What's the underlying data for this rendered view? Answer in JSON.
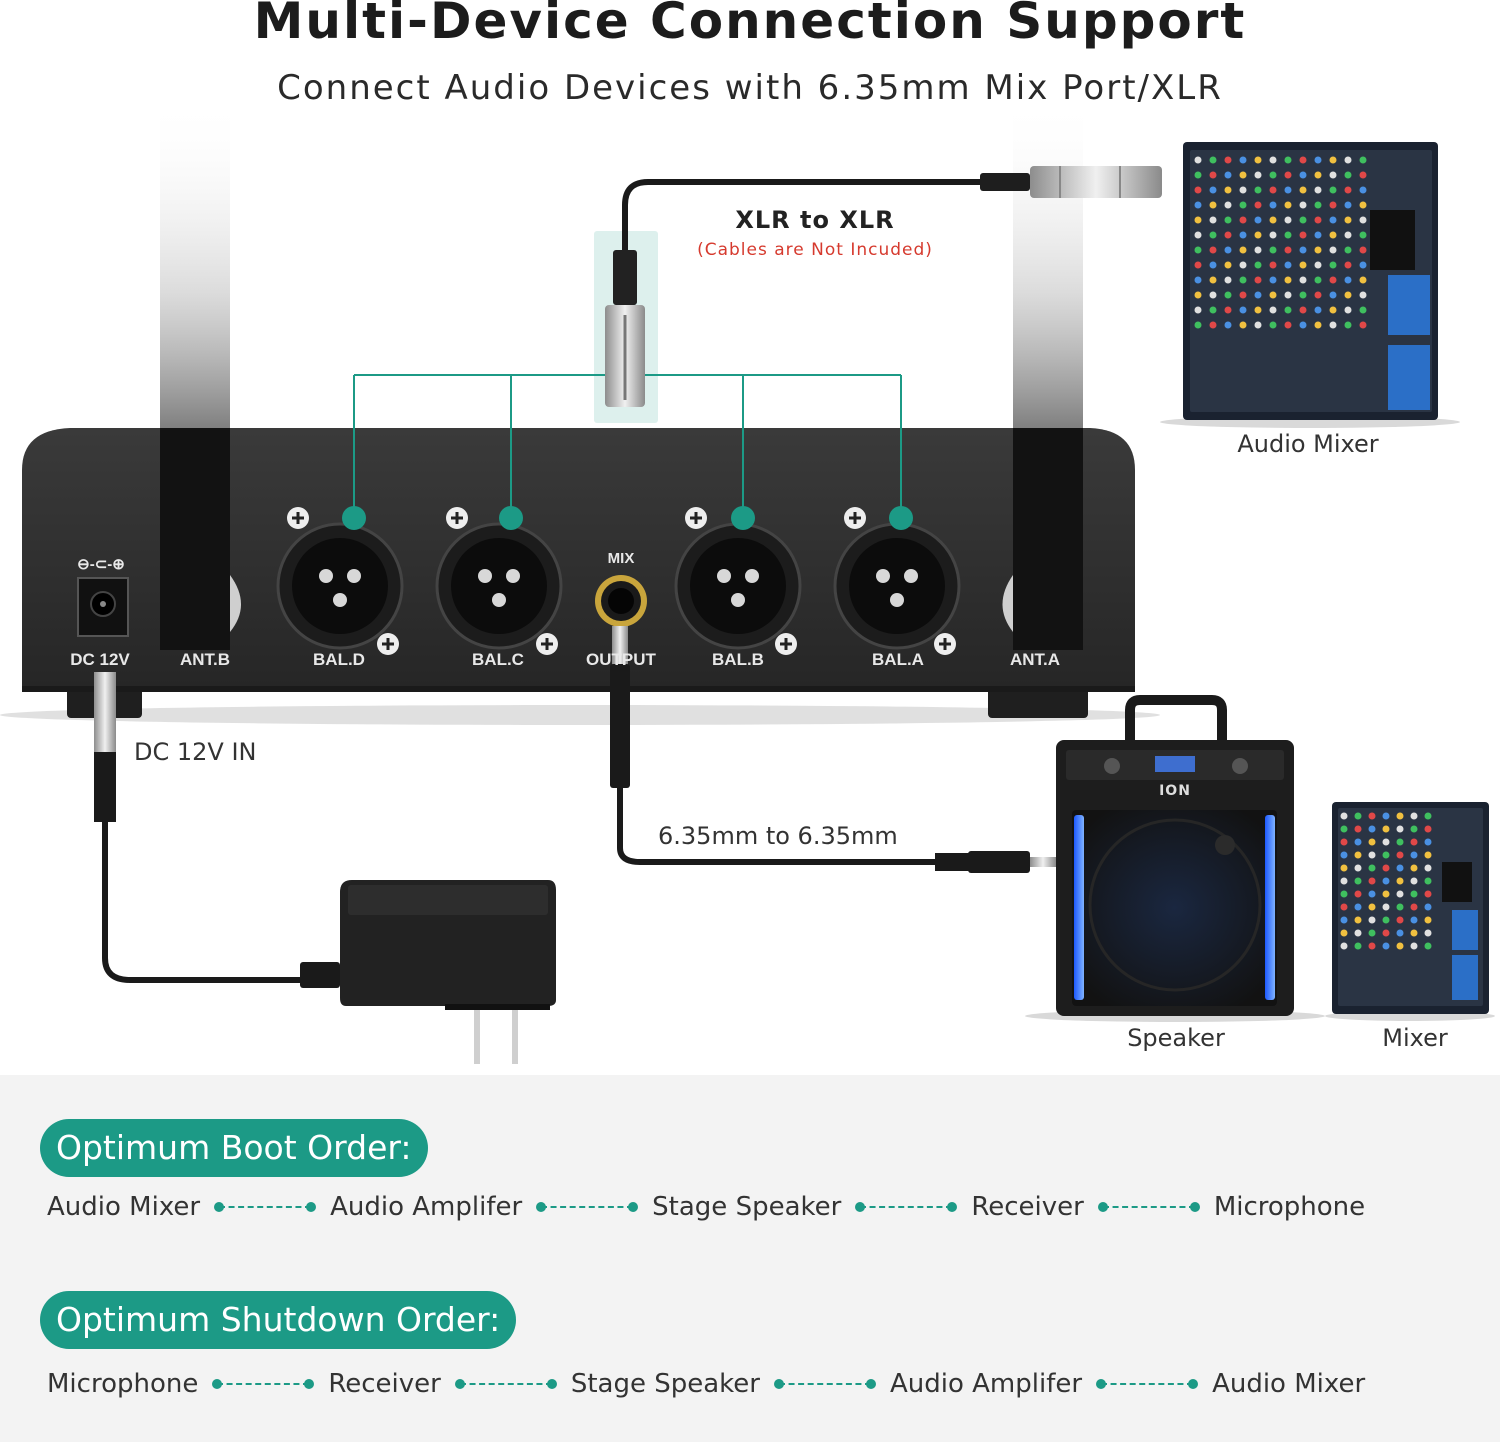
{
  "header": {
    "title": "Multi-Device Connection Support",
    "subtitle": "Connect Audio Devices with 6.35mm Mix Port/XLR"
  },
  "xlr": {
    "title": "XLR to XLR",
    "note": "(Cables are Not Incuded)"
  },
  "panel": {
    "dc_symbol": "⊖-⊂-⊕",
    "dc_label": "DC 12V",
    "ant_b": "ANT.B",
    "bal_d": "BAL.D",
    "bal_c": "BAL.C",
    "mix": "MIX",
    "output": "OUTPUT",
    "bal_b": "BAL.B",
    "bal_a": "BAL.A",
    "ant_a": "ANT.A"
  },
  "labels": {
    "dc_in": "DC 12V IN",
    "cable_635": "6.35mm to 6.35mm",
    "audio_mixer": "Audio Mixer",
    "speaker": "Speaker",
    "mixer": "Mixer",
    "speaker_brand": "ION"
  },
  "boot": {
    "title": "Optimum Boot Order:",
    "steps": [
      "Audio Mixer",
      "Audio Amplifer",
      "Stage Speaker",
      "Receiver",
      "Microphone"
    ]
  },
  "shutdown": {
    "title": "Optimum Shutdown Order:",
    "steps": [
      "Microphone",
      "Receiver",
      "Stage Speaker",
      "Audio Amplifer",
      "Audio Mixer"
    ]
  },
  "colors": {
    "accent": "#1c9a86",
    "note_red": "#d63a2e",
    "panel": "#2e2e2e"
  }
}
